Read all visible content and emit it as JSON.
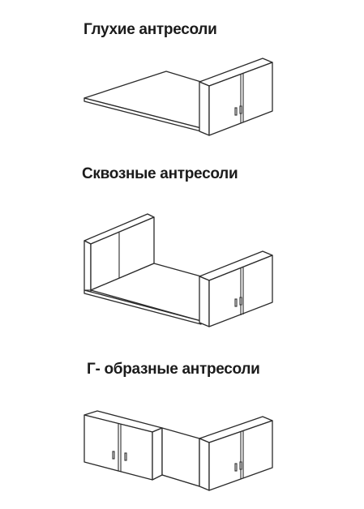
{
  "sections": [
    {
      "title": "Глухие антресоли"
    },
    {
      "title": "Сквозные антресоли"
    },
    {
      "title": "Г- образные антресоли"
    }
  ]
}
